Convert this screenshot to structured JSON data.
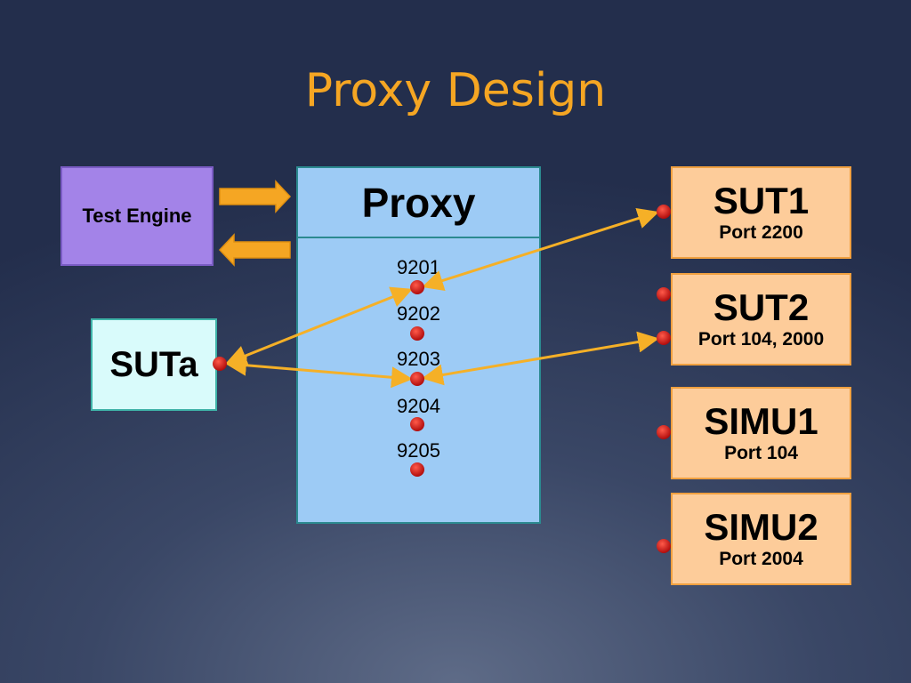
{
  "title": "Proxy Design",
  "test_engine": "Test Engine",
  "suta": "SUTa",
  "proxy": {
    "label": "Proxy",
    "ports": [
      "9201",
      "9202",
      "9203",
      "9204",
      "9205"
    ]
  },
  "targets": [
    {
      "name": "SUT1",
      "port": "Port 2200"
    },
    {
      "name": "SUT2",
      "port": "Port 104, 2000"
    },
    {
      "name": "SIMU1",
      "port": "Port 104"
    },
    {
      "name": "SIMU2",
      "port": "Port 2004"
    }
  ],
  "colors": {
    "title": "#f5a623",
    "arrow": "#f5b027",
    "dot": "#cc1111",
    "test_engine": "#a383e8",
    "suta": "#d9fbfb",
    "proxy": "#9dcbf5",
    "target": "#fdcc9a"
  }
}
